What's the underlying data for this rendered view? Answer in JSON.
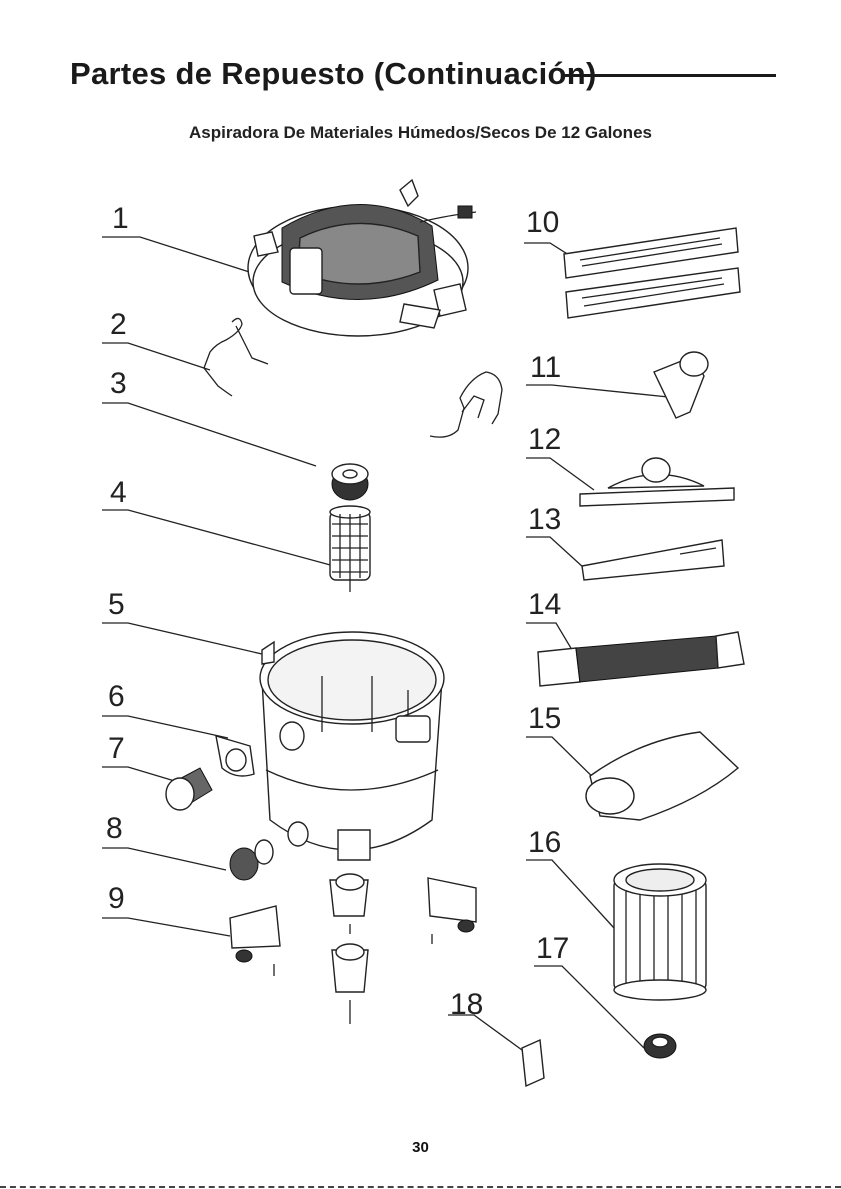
{
  "page": {
    "title": "Partes de Repuesto (Continuación)",
    "subtitle": "Aspiradora De Materiales Húmedos/Secos De 12 Galones",
    "page_number": "30"
  },
  "callouts": [
    {
      "number": "1"
    },
    {
      "number": "2"
    },
    {
      "number": "3"
    },
    {
      "number": "4"
    },
    {
      "number": "5"
    },
    {
      "number": "6"
    },
    {
      "number": "7"
    },
    {
      "number": "8"
    },
    {
      "number": "9"
    },
    {
      "number": "10"
    },
    {
      "number": "11"
    },
    {
      "number": "12"
    },
    {
      "number": "13"
    },
    {
      "number": "14"
    },
    {
      "number": "15"
    },
    {
      "number": "16"
    },
    {
      "number": "17"
    },
    {
      "number": "18"
    }
  ]
}
